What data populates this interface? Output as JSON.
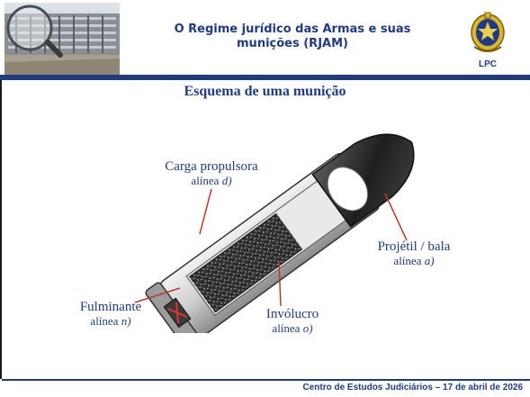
{
  "header": {
    "title_line1": "O Regime jurídico das Armas e suas",
    "title_line2": "munições (RJAM)",
    "crest_label": "LPC"
  },
  "slide": {
    "heading": "Esquema de uma munição"
  },
  "labels": {
    "carga": {
      "name": "Carga propulsora",
      "prefix": "alínea",
      "letter": "d)"
    },
    "projetil": {
      "name": "Projétil / bala",
      "prefix": "alínea",
      "letter": "a)"
    },
    "fulminante": {
      "name": "Fulminante",
      "prefix": "alínea",
      "letter": "n)"
    },
    "involucro": {
      "name": "Invólucro",
      "prefix": "alínea",
      "letter": "o)"
    }
  },
  "footer": {
    "text": "Centro de Estudos Judiciários – 17 de abril de 2026"
  },
  "colors": {
    "accent": "#1f3b84",
    "text": "#1f3b84",
    "background": "#ffffff"
  },
  "icons": {
    "header_photo": "building-photo",
    "crest": "police-crest-icon"
  }
}
